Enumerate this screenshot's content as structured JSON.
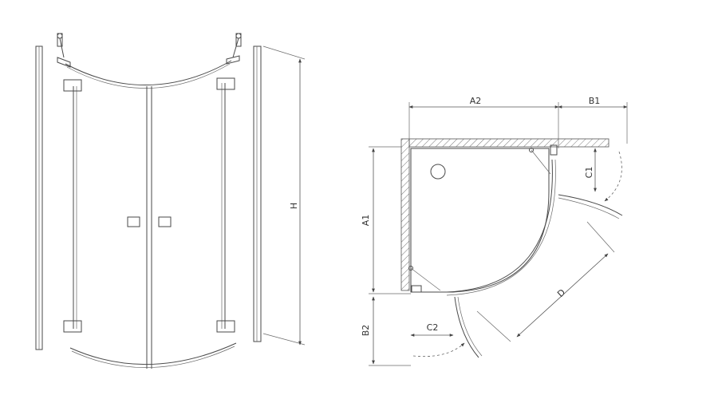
{
  "diagram": {
    "labels": {
      "H": "H",
      "A2": "A2",
      "B1": "B1",
      "C1": "C1",
      "A1": "A1",
      "D": "D",
      "C2": "C2",
      "B2": "B2"
    }
  }
}
